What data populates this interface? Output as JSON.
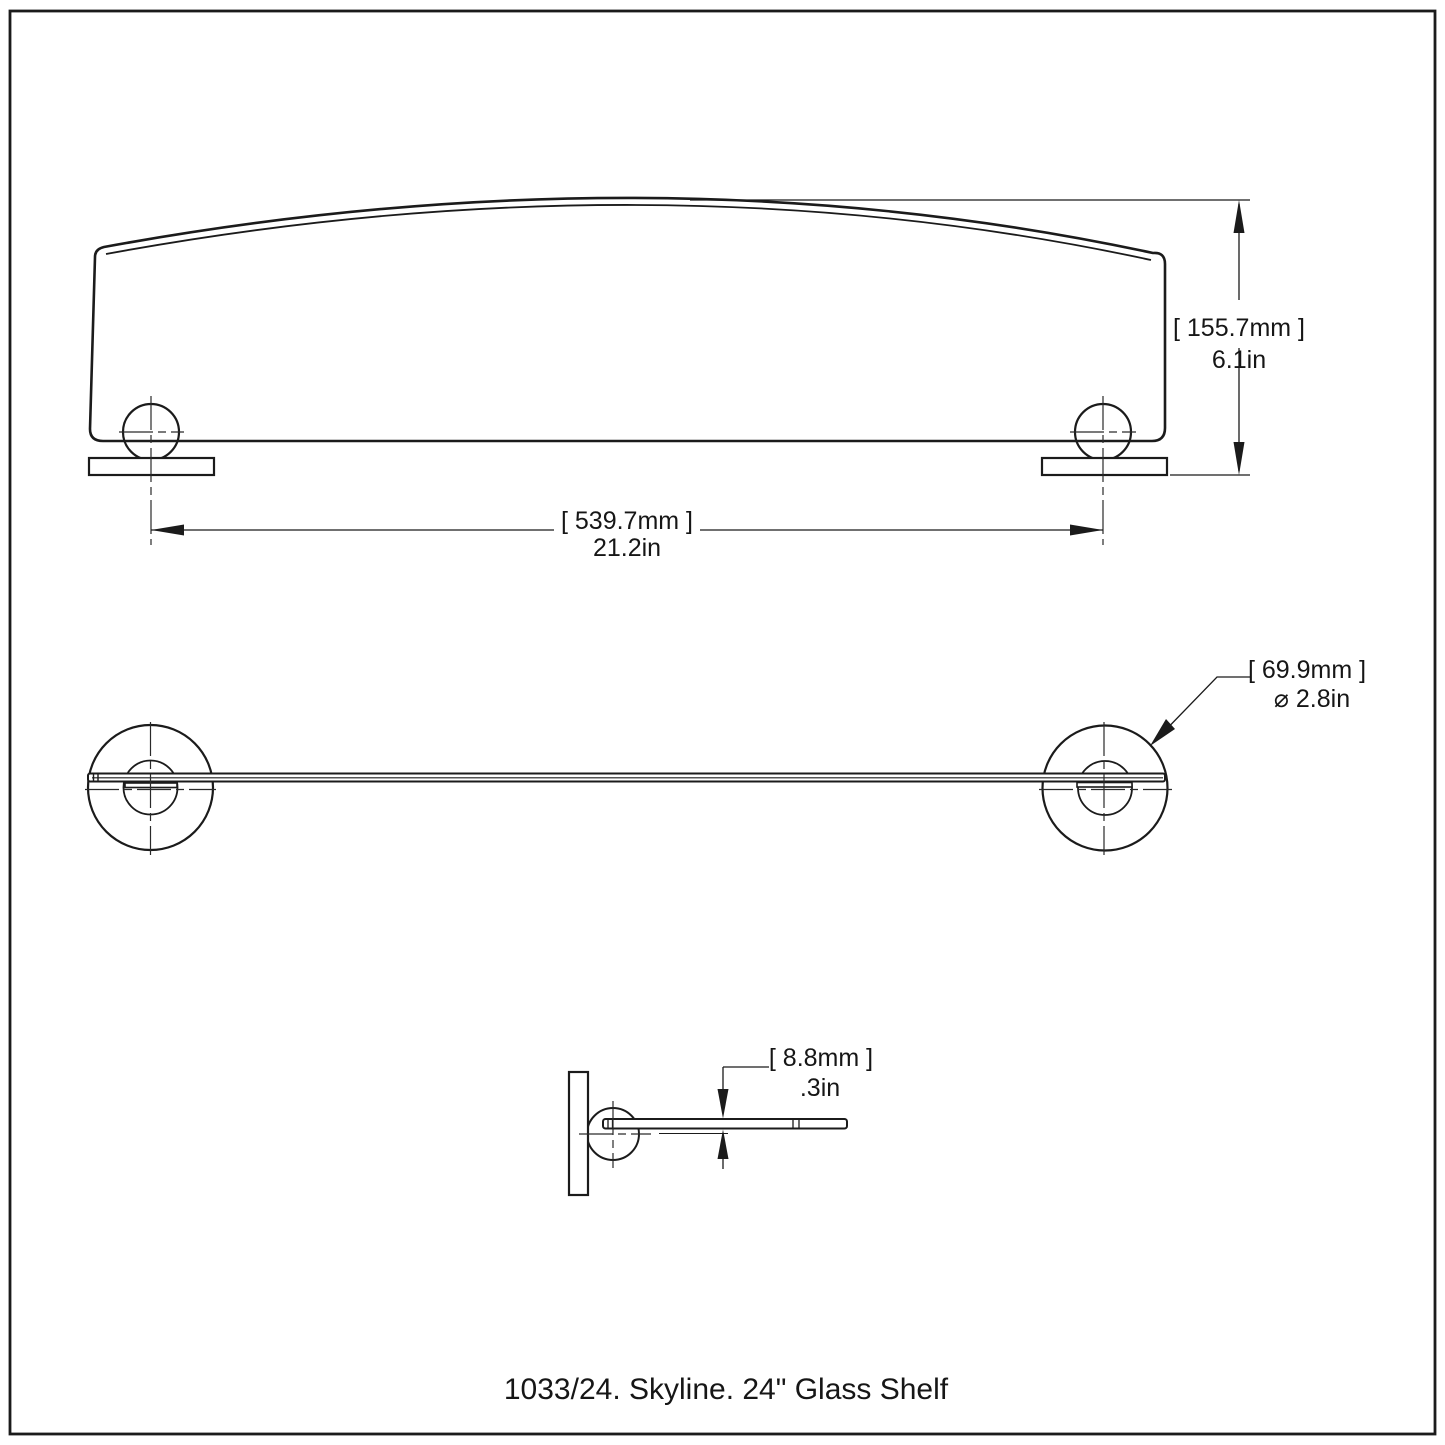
{
  "colors": {
    "background": "#ffffff",
    "line": "#1b1b1b"
  },
  "caption": "1033/24. Skyline. 24\" Glass Shelf",
  "dimensions": {
    "height_metric": "[ 155.7mm ]",
    "height_imperial": "6.1in",
    "mount_spacing_metric": "[ 539.7mm ]",
    "mount_spacing_imperial": "21.2in",
    "flange_diameter_metric": "[ 69.9mm ]",
    "flange_diameter_imperial": "⌀ 2.8in",
    "shelf_thickness_metric": "[ 8.8mm ]",
    "shelf_thickness_imperial": ".3in"
  }
}
